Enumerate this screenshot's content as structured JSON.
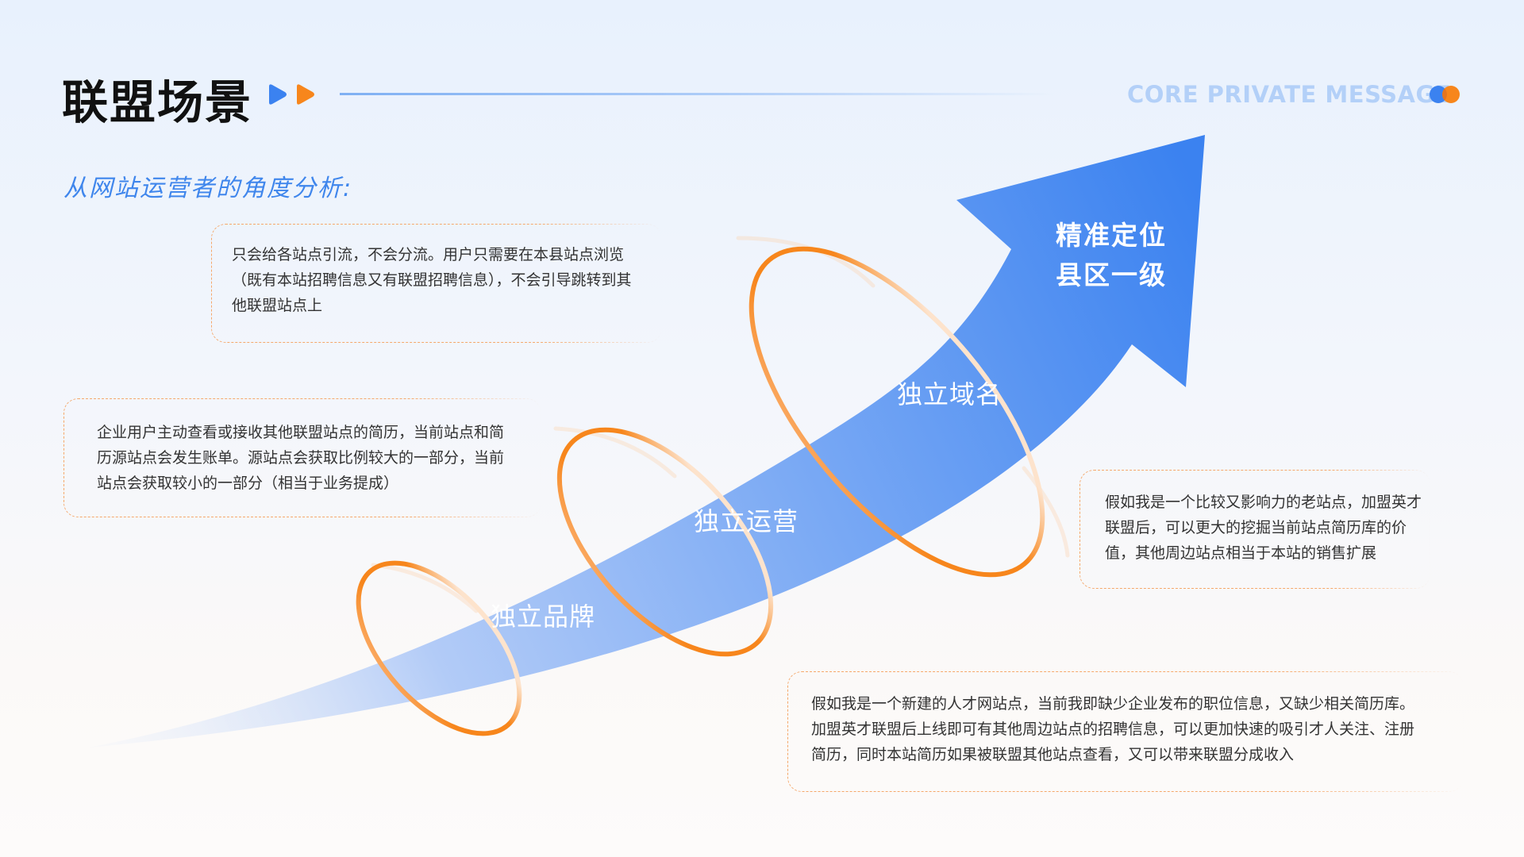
{
  "header": {
    "title": "联盟场景",
    "tagline": "CORE PRIVATE MESSAGE"
  },
  "subtitle": "从网站运营者的角度分析:",
  "arrow": {
    "goal_lines": [
      "精准定位",
      "县区一级"
    ],
    "stages": [
      "独立品牌",
      "独立运营",
      "独立域名"
    ]
  },
  "notes": [
    {
      "lines": [
        "只会给各站点引流，不会分流。用户只需要在本县站点浏览",
        "（既有本站招聘信息又有联盟招聘信息），不会引导跳转到其",
        "他联盟站点上"
      ]
    },
    {
      "lines": [
        "企业用户主动查看或接收其他联盟站点的简历，当前站点和简",
        "历源站点会发生账单。源站点会获取比例较大的一部分，当前",
        "站点会获取较小的一部分（相当于业务提成）"
      ]
    },
    {
      "lines": [
        "假如我是一个比较又影响力的老站点，加盟英才",
        "联盟后，可以更大的挖掘当前站点简历库的价",
        "值，其他周边站点相当于本站的销售扩展"
      ]
    },
    {
      "lines": [
        "假如我是一个新建的人才网站点，当前我即缺少企业发布的职位信息，又缺少相关简历库。",
        "加盟英才联盟后上线即可有其他周边站点的招聘信息，可以更加快速的吸引才人关注、注册",
        "简历，同时本站简历如果被联盟其他站点查看，又可以带来联盟分成收入"
      ]
    }
  ],
  "colors": {
    "accent_blue": "#3b82f0",
    "accent_orange": "#f7861c",
    "title_text": "#111111",
    "subtitle_text": "#3f86ec"
  },
  "icons": [
    "play-arrow-blue-icon",
    "play-arrow-orange-icon",
    "overlapping-circles-icon"
  ]
}
